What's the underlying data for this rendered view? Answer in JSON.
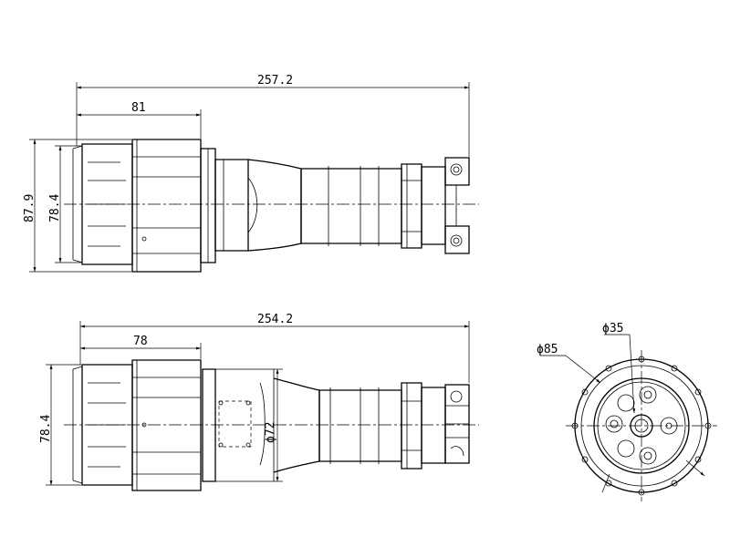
{
  "dimensions": {
    "top_overall_length": "257.2",
    "top_body_length": "81",
    "top_outer_height": "87.9",
    "top_inner_height": "78.4",
    "bottom_overall_length": "254.2",
    "bottom_body_length": "78",
    "bottom_height": "78.4",
    "bottom_diameter": "ϕ72",
    "end_outer_diameter": "ϕ85",
    "end_inner_diameter": "ϕ35"
  }
}
